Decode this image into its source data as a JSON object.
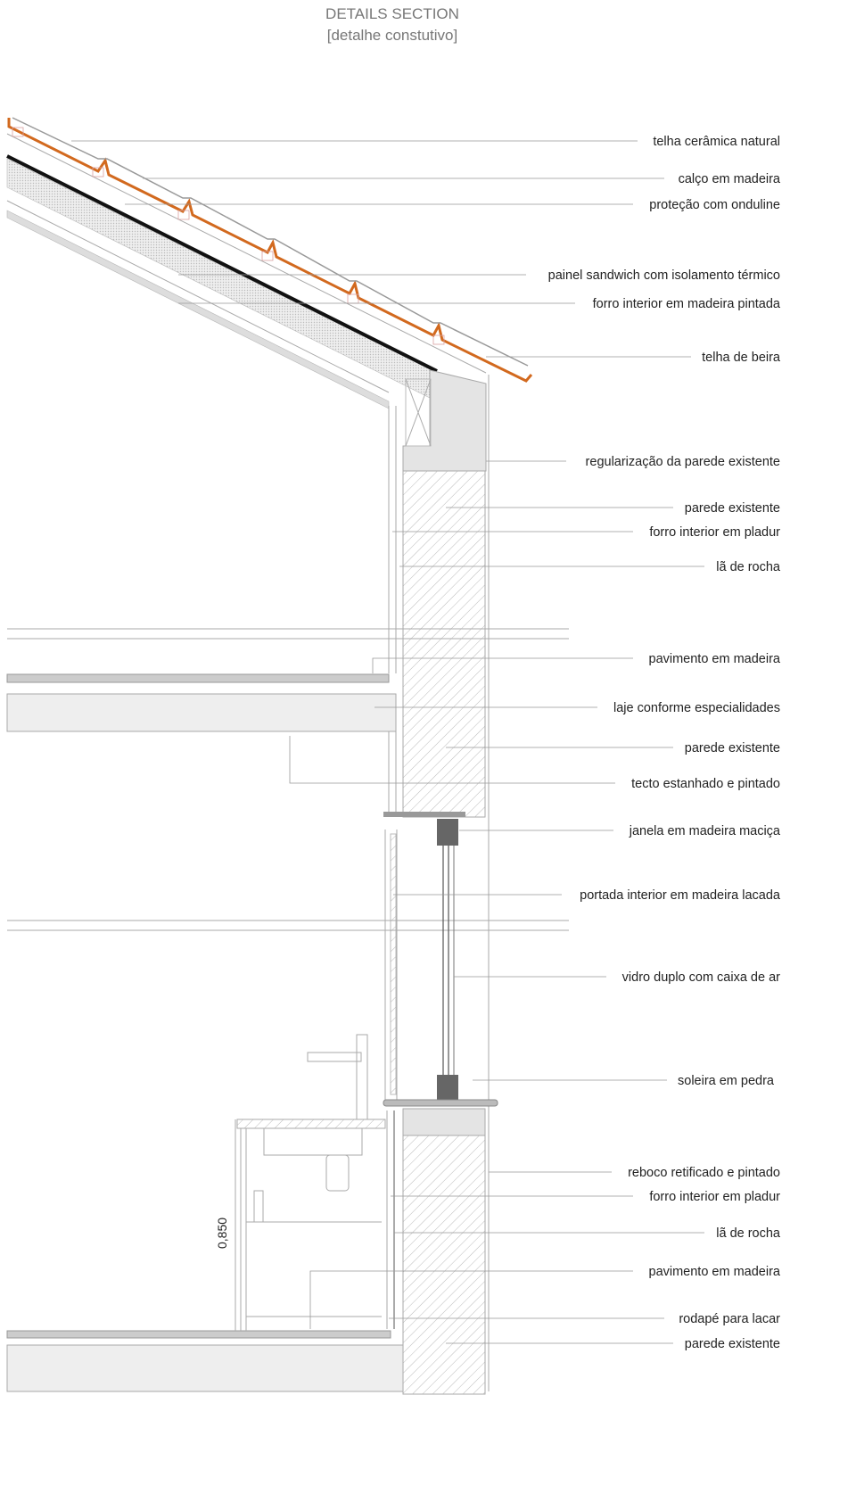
{
  "title": "DETAILS SECTION",
  "subtitle": "[detalhe constutivo]",
  "dimension": "0,850",
  "colors": {
    "tile": "#d2691e",
    "line": "#999999",
    "text": "#222222"
  },
  "labels": [
    "telha cerâmica natural",
    "calço em madeira",
    "proteção com onduline",
    "painel sandwich com isolamento térmico",
    "forro interior em madeira pintada",
    "telha de beira",
    "regularização da parede existente",
    "parede existente",
    "forro interior em pladur",
    "lã de rocha",
    "pavimento em madeira",
    "laje conforme especialidades",
    "parede existente",
    "tecto estanhado e pintado",
    "janela em madeira maciça",
    "portada interior em madeira lacada",
    "vidro duplo com caixa de ar",
    "soleira em pedra",
    "reboco retificado e pintado",
    "forro interior em pladur",
    "lã de rocha",
    "pavimento em madeira",
    "rodapé para lacar",
    "parede existente"
  ]
}
